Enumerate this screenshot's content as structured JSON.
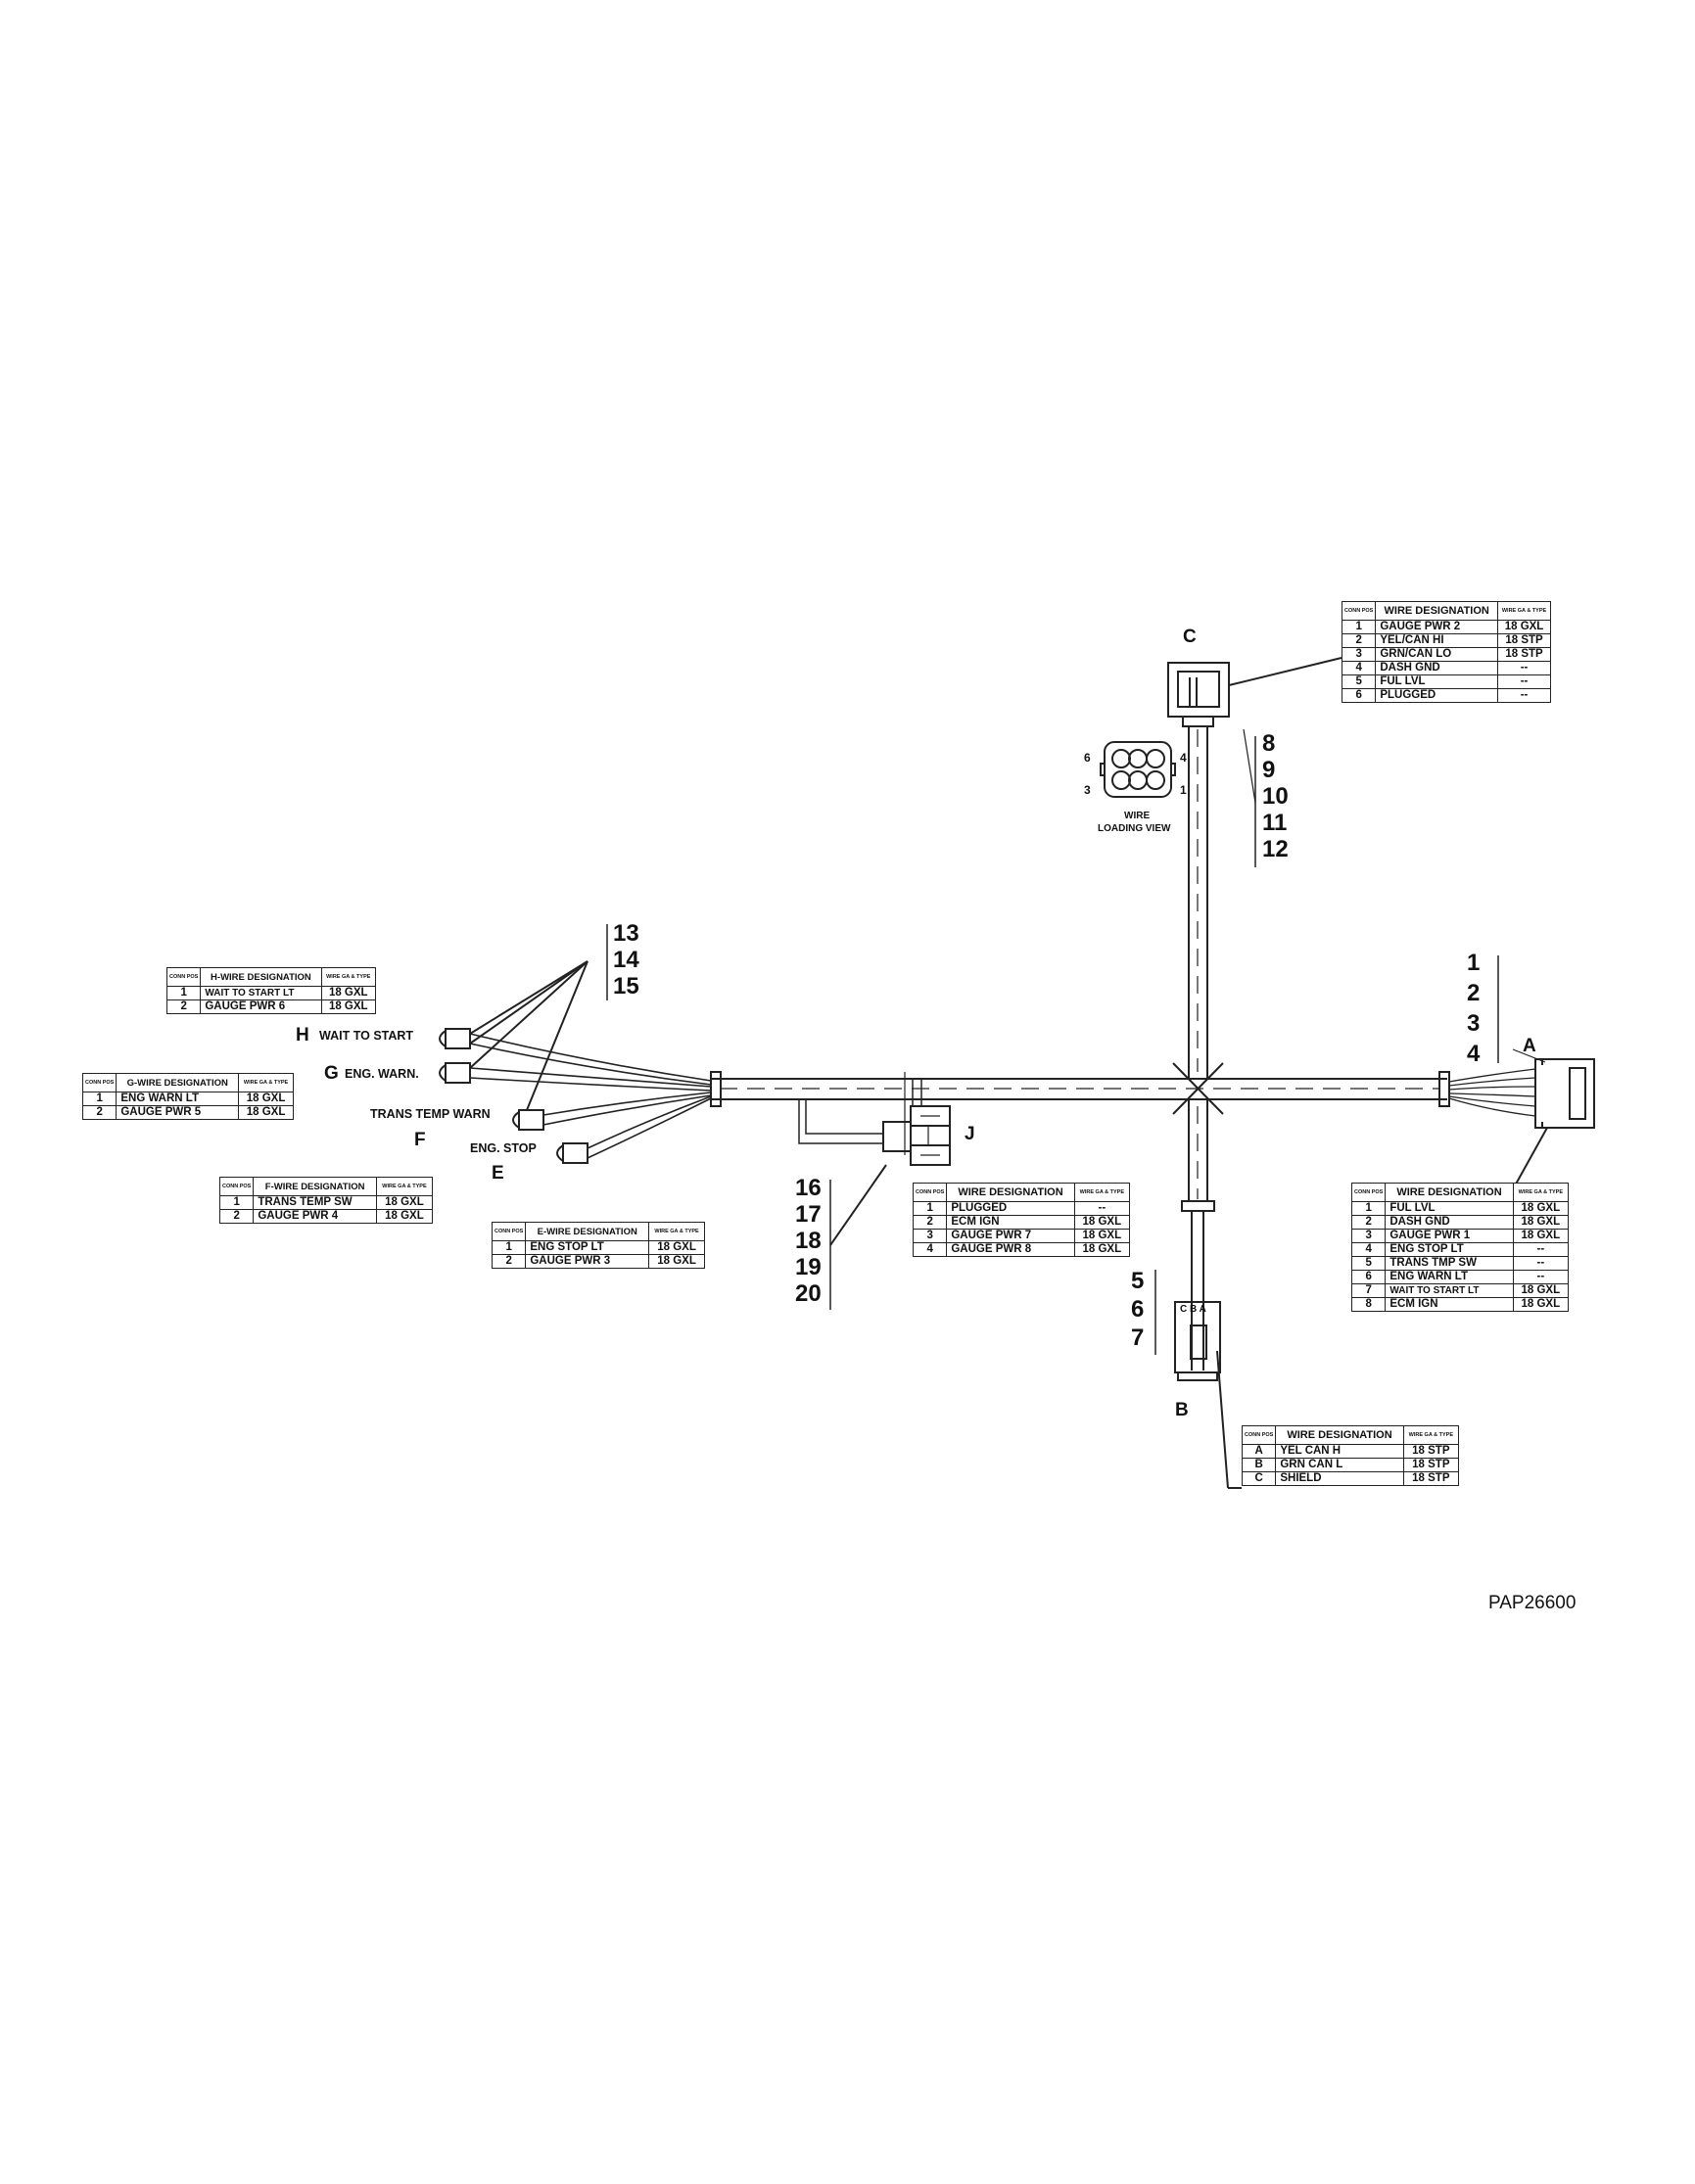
{
  "drawing_code": "PAP26600",
  "connectors": {
    "A": {
      "letter": "A",
      "table_header": "WIRE DESIGNATION",
      "pos_header": "CONN POS",
      "ga_header": "WIRE GA & TYPE",
      "rows": [
        [
          "1",
          "FUL LVL",
          "18 GXL"
        ],
        [
          "2",
          "DASH GND",
          "18 GXL"
        ],
        [
          "3",
          "GAUGE PWR 1",
          "18 GXL"
        ],
        [
          "4",
          "ENG STOP LT",
          "--"
        ],
        [
          "5",
          "TRANS TMP SW",
          "--"
        ],
        [
          "6",
          "ENG WARN LT",
          "--"
        ],
        [
          "7",
          "WAIT TO START LT",
          "18 GXL"
        ],
        [
          "8",
          "ECM IGN",
          "18 GXL"
        ]
      ]
    },
    "B": {
      "letter": "B",
      "table_header": "WIRE DESIGNATION",
      "pos_header": "CONN POS",
      "ga_header": "WIRE GA & TYPE",
      "rows": [
        [
          "A",
          "YEL CAN H",
          "18 STP"
        ],
        [
          "B",
          "GRN CAN L",
          "18 STP"
        ],
        [
          "C",
          "SHIELD",
          "18 STP"
        ]
      ],
      "face_label": "C B A"
    },
    "C": {
      "letter": "C",
      "table_header": "WIRE DESIGNATION",
      "pos_header": "CONN POS",
      "ga_header": "WIRE GA & TYPE",
      "rows": [
        [
          "1",
          "GAUGE PWR 2",
          "18 GXL"
        ],
        [
          "2",
          "YEL/CAN HI",
          "18 STP"
        ],
        [
          "3",
          "GRN/CAN LO",
          "18 STP"
        ],
        [
          "4",
          "DASH GND",
          "--"
        ],
        [
          "5",
          "FUL LVL",
          "--"
        ],
        [
          "6",
          "PLUGGED",
          "--"
        ]
      ]
    },
    "E": {
      "letter": "E",
      "wire_name": "ENG. STOP",
      "table_header": "E-WIRE DESIGNATION",
      "pos_header": "CONN POS",
      "ga_header": "WIRE GA & TYPE",
      "rows": [
        [
          "1",
          "ENG STOP LT",
          "18 GXL"
        ],
        [
          "2",
          "GAUGE PWR 3",
          "18 GXL"
        ]
      ]
    },
    "F": {
      "letter": "F",
      "wire_name": "TRANS TEMP WARN",
      "table_header": "F-WIRE DESIGNATION",
      "pos_header": "CONN POS",
      "ga_header": "WIRE GA & TYPE",
      "rows": [
        [
          "1",
          "TRANS TEMP SW",
          "18 GXL"
        ],
        [
          "2",
          "GAUGE PWR 4",
          "18 GXL"
        ]
      ]
    },
    "G": {
      "letter": "G",
      "wire_name": "ENG. WARN.",
      "table_header": "G-WIRE DESIGNATION",
      "pos_header": "CONN POS",
      "ga_header": "WIRE GA & TYPE",
      "rows": [
        [
          "1",
          "ENG WARN LT",
          "18 GXL"
        ],
        [
          "2",
          "GAUGE PWR 5",
          "18 GXL"
        ]
      ]
    },
    "H": {
      "letter": "H",
      "wire_name": "WAIT TO START",
      "table_header": "H-WIRE DESIGNATION",
      "pos_header": "CONN POS",
      "ga_header": "WIRE GA & TYPE",
      "rows": [
        [
          "1",
          "WAIT TO START LT",
          "18 GXL"
        ],
        [
          "2",
          "GAUGE PWR 6",
          "18 GXL"
        ]
      ]
    },
    "J": {
      "letter": "J",
      "table_header": "WIRE DESIGNATION",
      "pos_header": "CONN POS",
      "ga_header": "WIRE GA & TYPE",
      "rows": [
        [
          "1",
          "PLUGGED",
          "--"
        ],
        [
          "2",
          "ECM IGN",
          "18 GXL"
        ],
        [
          "3",
          "GAUGE PWR 7",
          "18 GXL"
        ],
        [
          "4",
          "GAUGE PWR 8",
          "18 GXL"
        ]
      ]
    }
  },
  "pin_view": {
    "caption_line1": "WIRE",
    "caption_line2": "LOADING VIEW",
    "pin_6": "6",
    "pin_4": "4",
    "pin_3": "3",
    "pin_1": "1"
  },
  "callout_groups": {
    "connector_a": [
      "1",
      "2",
      "3",
      "4"
    ],
    "connector_b": [
      "5",
      "6",
      "7"
    ],
    "connector_c": [
      "8",
      "9",
      "10",
      "11",
      "12"
    ],
    "branch_efgh": [
      "13",
      "14",
      "15"
    ],
    "connector_j": [
      "16",
      "17",
      "18",
      "19",
      "20"
    ]
  }
}
